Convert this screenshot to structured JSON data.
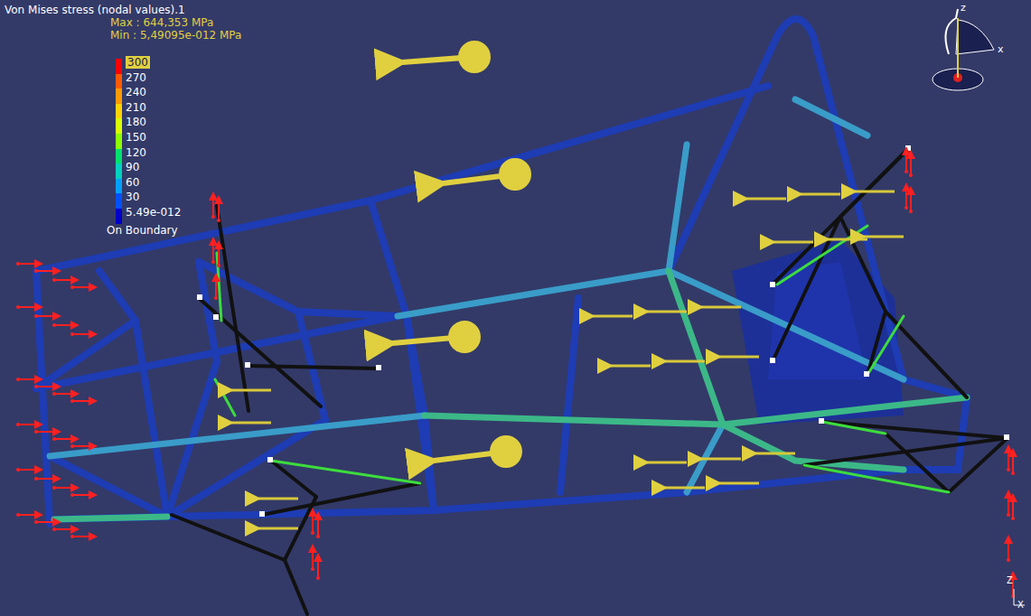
{
  "diagram": {
    "title": "Von Mises stress (nodal values).1",
    "labels": [
      "Max : 644,353 MPa",
      "Min : 5,49095e-012 MPa",
      "On Boundary",
      "z",
      "x",
      "Z",
      "X"
    ],
    "legend": [
      {
        "text": "300",
        "color": "#ff0000"
      },
      {
        "text": "270",
        "color": "#ff5a00"
      },
      {
        "text": "240",
        "color": "#ff9900"
      },
      {
        "text": "210",
        "color": "#ffd200"
      },
      {
        "text": "180",
        "color": "#d8ff00"
      },
      {
        "text": "150",
        "color": "#8cff00"
      },
      {
        "text": "120",
        "color": "#00e070"
      },
      {
        "text": "90",
        "color": "#00d0c0"
      },
      {
        "text": "60",
        "color": "#00a0ff"
      },
      {
        "text": "30",
        "color": "#0050ff"
      },
      {
        "text": "5.49e-012",
        "color": "#0000c8"
      }
    ]
  }
}
